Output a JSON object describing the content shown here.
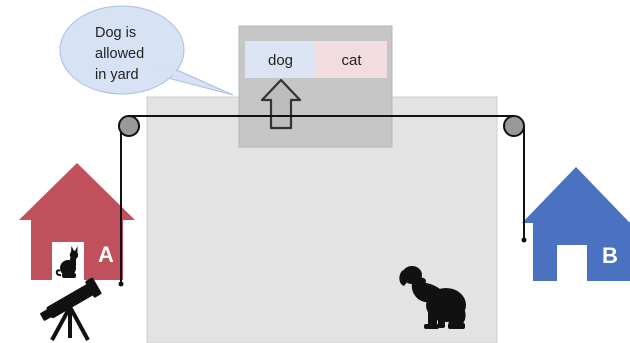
{
  "speech_bubble": {
    "lines": [
      "Dog is",
      "allowed",
      "in yard"
    ]
  },
  "labels": {
    "dog": "dog",
    "cat": "cat"
  },
  "houses": {
    "left": {
      "letter": "A"
    },
    "right": {
      "letter": "B"
    }
  },
  "colors": {
    "house_a": "#c0505c",
    "house_b": "#4a72c0",
    "yard": "#e3e3e3",
    "signal_box": "#c6c6c6",
    "dog_tag": "#dce3f2",
    "cat_tag": "#f2dcdf",
    "bubble": "#d7e2f4",
    "arrow": "#bdbdbd"
  }
}
